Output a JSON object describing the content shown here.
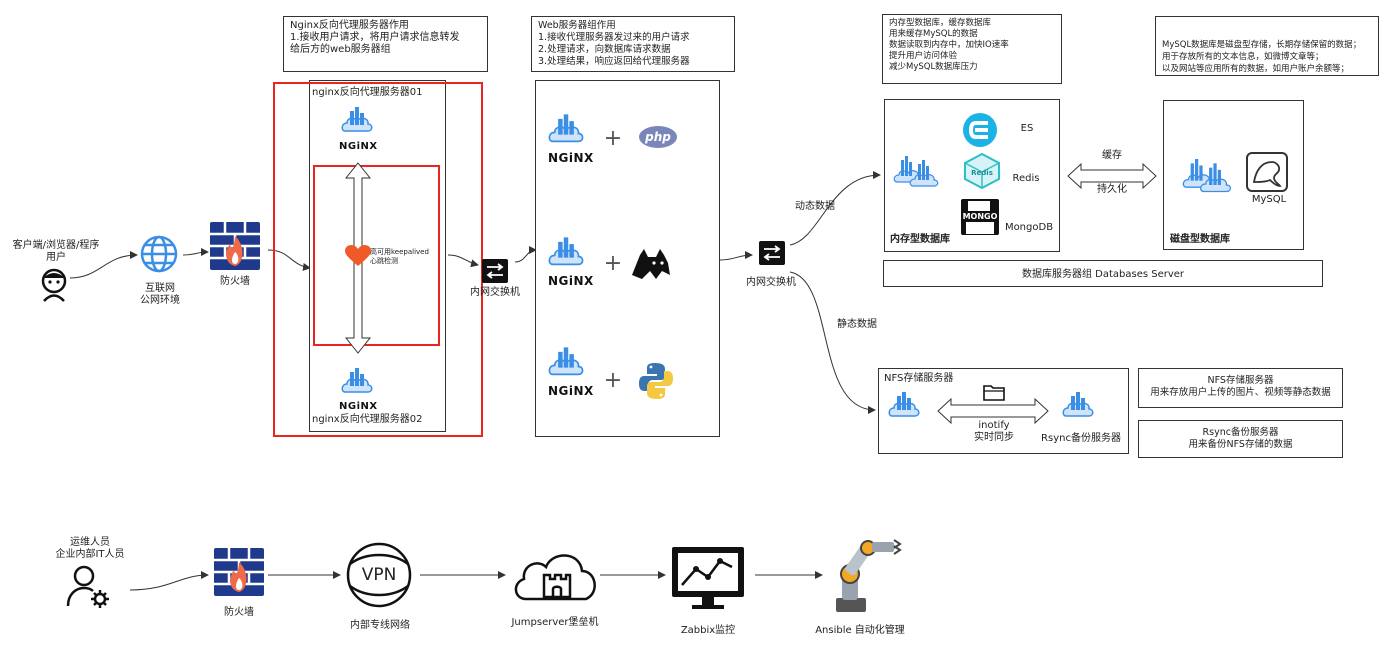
{
  "colors": {
    "red_frame": "#e8261d",
    "nginx_blue": "#3a8ee6",
    "firewall_blue": "#1f3a8c",
    "flame": "#f06a4a",
    "php": "#7a86b8",
    "redis": "#2bbfc9",
    "es": "#1bb3e6",
    "python_blue": "#3a75b0",
    "python_yellow": "#f5c842"
  },
  "client": {
    "label": "客户端/浏览器/程序\n用户",
    "icon": "user-icon"
  },
  "internet": {
    "label": "互联网\n公网环境",
    "icon": "globe-icon"
  },
  "firewall_top": {
    "label": "防火墙",
    "icon": "firewall-icon"
  },
  "proxy_note": {
    "text": "Nginx反向代理服务器作用\n1.接收用户请求，将用户请求信息转发\n给后方的web服务器组"
  },
  "proxy": {
    "server1_label": "nginx反向代理服务器01",
    "server2_label": "nginx反向代理服务器02",
    "nginx_word": "NGiNX",
    "keepalived_label": "高可用keepalived\n心跳检测",
    "heart_icon": "heart-icon"
  },
  "switch1": {
    "label": "内网交换机",
    "icon": "switch-icon"
  },
  "web_note": {
    "text": "Web服务器组作用\n1.接收代理服务器发过来的用户请求\n2.处理请求，向数据库请求数据\n3.处理结果，响应返回给代理服务器"
  },
  "web": {
    "nginx_word": "NGiNX",
    "plus": "+",
    "php_text": "php",
    "rows": [
      {
        "tech": "php-icon"
      },
      {
        "tech": "tomcat-icon"
      },
      {
        "tech": "python-icon"
      }
    ]
  },
  "switch2": {
    "label": "内网交换机",
    "icon": "switch-icon"
  },
  "edge_dynamic": "动态数据",
  "edge_static": "静态数据",
  "cache_note": {
    "text": "内存型数据库，缓存数据库\n用来缓存MySQL的数据\n数据读取到内存中，加快IO速率\n提升用户访问体验\n减少MySQL数据库压力"
  },
  "mysql_note": {
    "text": "MySQL数据库是磁盘型存储，长期存储保留的数据；\n用于存放所有的文本信息，如微博文章等；\n以及网站等应用所有的数据，如用户账户余额等；"
  },
  "memdb": {
    "title": "内存型数据库",
    "es": "ES",
    "redis": "Redis",
    "redis_logo": "Redis",
    "mongo": "MongoDB",
    "mongo_logo": "MONGO"
  },
  "cache_arrow": {
    "top": "缓存",
    "bottom": "持久化"
  },
  "diskdb": {
    "title": "磁盘型数据库",
    "mysql": "MySQL"
  },
  "db_group": {
    "label": "数据库服务器组 Databases Server"
  },
  "nfs": {
    "title": "NFS存储服务器",
    "sync_label": "inotify\n实时同步",
    "rsync_label": "Rsync备份服务器"
  },
  "nfs_note": {
    "text": "NFS存储服务器\n用来存放用户上传的图片、视频等静态数据"
  },
  "rsync_note": {
    "text": "Rsync备份服务器\n用来备份NFS存储的数据"
  },
  "ops": {
    "user_label": "运维人员\n企业内部IT人员",
    "firewall_label": "防火墙",
    "vpn_label": "内部专线网络",
    "vpn_text": "VPN",
    "jump_label": "Jumpserver堡垒机",
    "zabbix_label": "Zabbix监控",
    "ansible_label": "Ansible 自动化管理"
  }
}
